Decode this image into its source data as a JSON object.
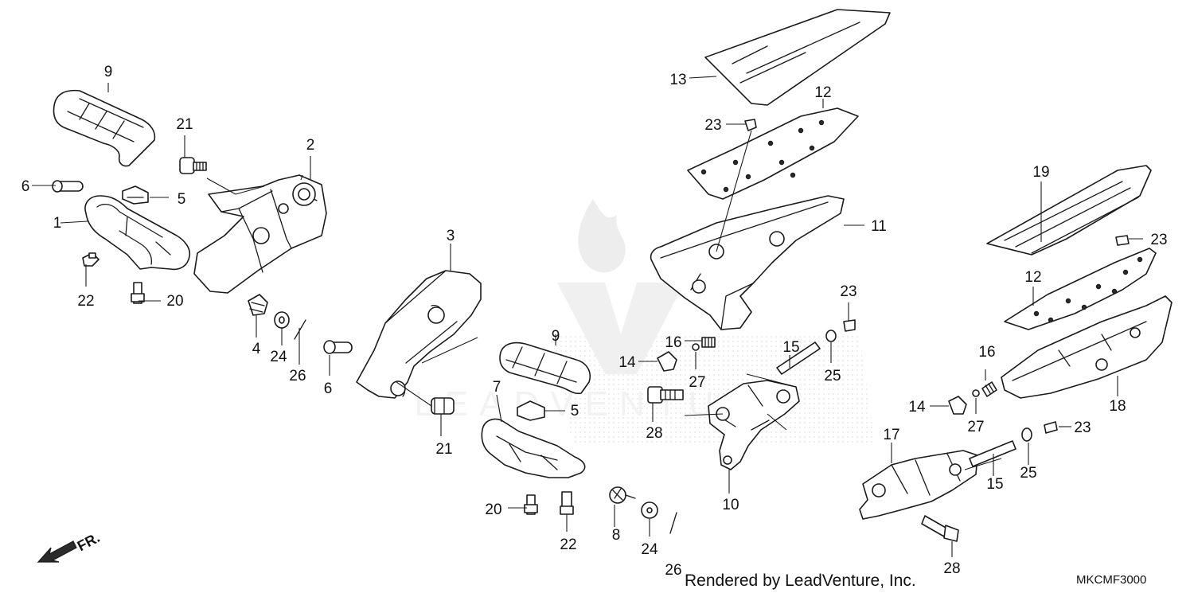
{
  "diagram": {
    "code": "MKCMF3000",
    "credit": "Rendered by LeadVenture, Inc.",
    "front_marker": "FR.",
    "watermark_text": "LEADVENTURE"
  },
  "callouts": [
    {
      "id": "c9a",
      "label": "9"
    },
    {
      "id": "c21a",
      "label": "21"
    },
    {
      "id": "c2",
      "label": "2"
    },
    {
      "id": "c6a",
      "label": "6"
    },
    {
      "id": "c5a",
      "label": "5"
    },
    {
      "id": "c1",
      "label": "1"
    },
    {
      "id": "c22a",
      "label": "22"
    },
    {
      "id": "c20a",
      "label": "20"
    },
    {
      "id": "c4",
      "label": "4"
    },
    {
      "id": "c24a",
      "label": "24"
    },
    {
      "id": "c26a",
      "label": "26"
    },
    {
      "id": "c3",
      "label": "3"
    },
    {
      "id": "c6b",
      "label": "6"
    },
    {
      "id": "c21b",
      "label": "21"
    },
    {
      "id": "c9b",
      "label": "9"
    },
    {
      "id": "c7",
      "label": "7"
    },
    {
      "id": "c5b",
      "label": "5"
    },
    {
      "id": "c20b",
      "label": "20"
    },
    {
      "id": "c22b",
      "label": "22"
    },
    {
      "id": "c8",
      "label": "8"
    },
    {
      "id": "c24b",
      "label": "24"
    },
    {
      "id": "c26b",
      "label": "26"
    },
    {
      "id": "c13",
      "label": "13"
    },
    {
      "id": "c12a",
      "label": "12"
    },
    {
      "id": "c23a",
      "label": "23"
    },
    {
      "id": "c11",
      "label": "11"
    },
    {
      "id": "c23b",
      "label": "23"
    },
    {
      "id": "c15a",
      "label": "15"
    },
    {
      "id": "c16a",
      "label": "16"
    },
    {
      "id": "c14a",
      "label": "14"
    },
    {
      "id": "c27a",
      "label": "27"
    },
    {
      "id": "c25a",
      "label": "25"
    },
    {
      "id": "c28a",
      "label": "28"
    },
    {
      "id": "c10",
      "label": "10"
    },
    {
      "id": "c19",
      "label": "19"
    },
    {
      "id": "c23c",
      "label": "23"
    },
    {
      "id": "c12b",
      "label": "12"
    },
    {
      "id": "c16b",
      "label": "16"
    },
    {
      "id": "c18",
      "label": "18"
    },
    {
      "id": "c14b",
      "label": "14"
    },
    {
      "id": "c27b",
      "label": "27"
    },
    {
      "id": "c23d",
      "label": "23"
    },
    {
      "id": "c17",
      "label": "17"
    },
    {
      "id": "c25b",
      "label": "25"
    },
    {
      "id": "c15b",
      "label": "15"
    },
    {
      "id": "c28b",
      "label": "28"
    }
  ]
}
